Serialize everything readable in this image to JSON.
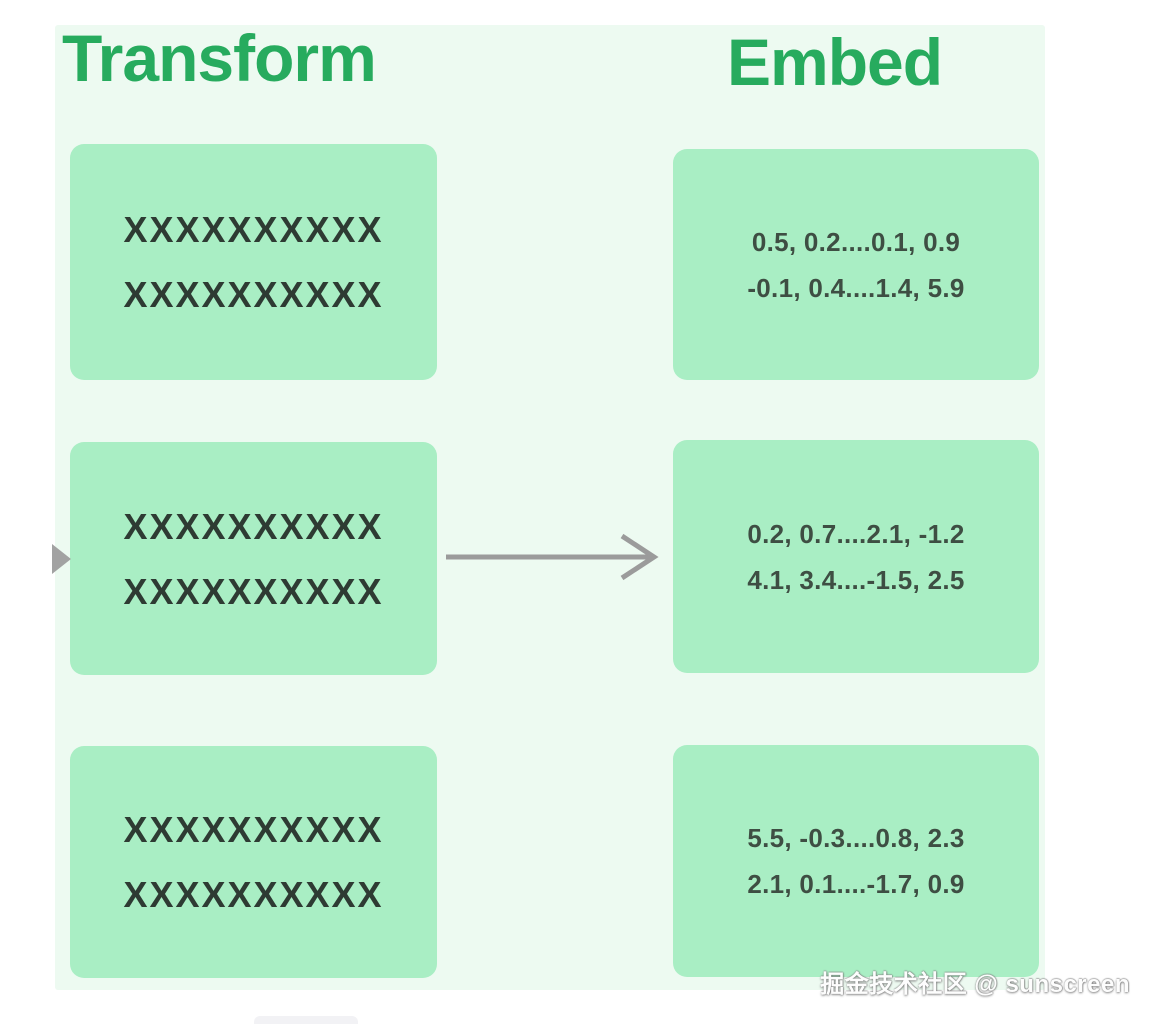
{
  "page": {
    "background": "#FFFFFF",
    "panel_background": "#EDFAF1"
  },
  "colors": {
    "header_green": "#27AB5E",
    "box_mint": "#A9EEC4",
    "x_text": "#2E3B33",
    "number_text": "#3E4E43",
    "arrow_gray": "#9B9B9B",
    "watermark": "#FDFDFD"
  },
  "headers": {
    "left": "Transform",
    "right": "Embed"
  },
  "diagram": {
    "rows": [
      {
        "transform_lines": [
          "XXXXXXXXXX",
          "XXXXXXXXXX"
        ],
        "embed_lines": [
          "0.5, 0.2....0.1, 0.9",
          "-0.1, 0.4....1.4, 5.9"
        ],
        "arrow_between": false
      },
      {
        "transform_lines": [
          "XXXXXXXXXX",
          "XXXXXXXXXX"
        ],
        "embed_lines": [
          "0.2, 0.7....2.1, -1.2",
          "4.1, 3.4....-1.5, 2.5"
        ],
        "arrow_between": true
      },
      {
        "transform_lines": [
          "XXXXXXXXXX",
          "XXXXXXXXXX"
        ],
        "embed_lines": [
          "5.5, -0.3....0.8, 2.3",
          "2.1, 0.1....-1.7, 0.9"
        ],
        "arrow_between": false
      }
    ]
  },
  "icons": {
    "arrow_right": "right-arrow-icon",
    "edge_arrowhead": "incoming-arrowhead-icon"
  },
  "watermark": {
    "text": "掘金技术社区 @ sunscreen"
  }
}
